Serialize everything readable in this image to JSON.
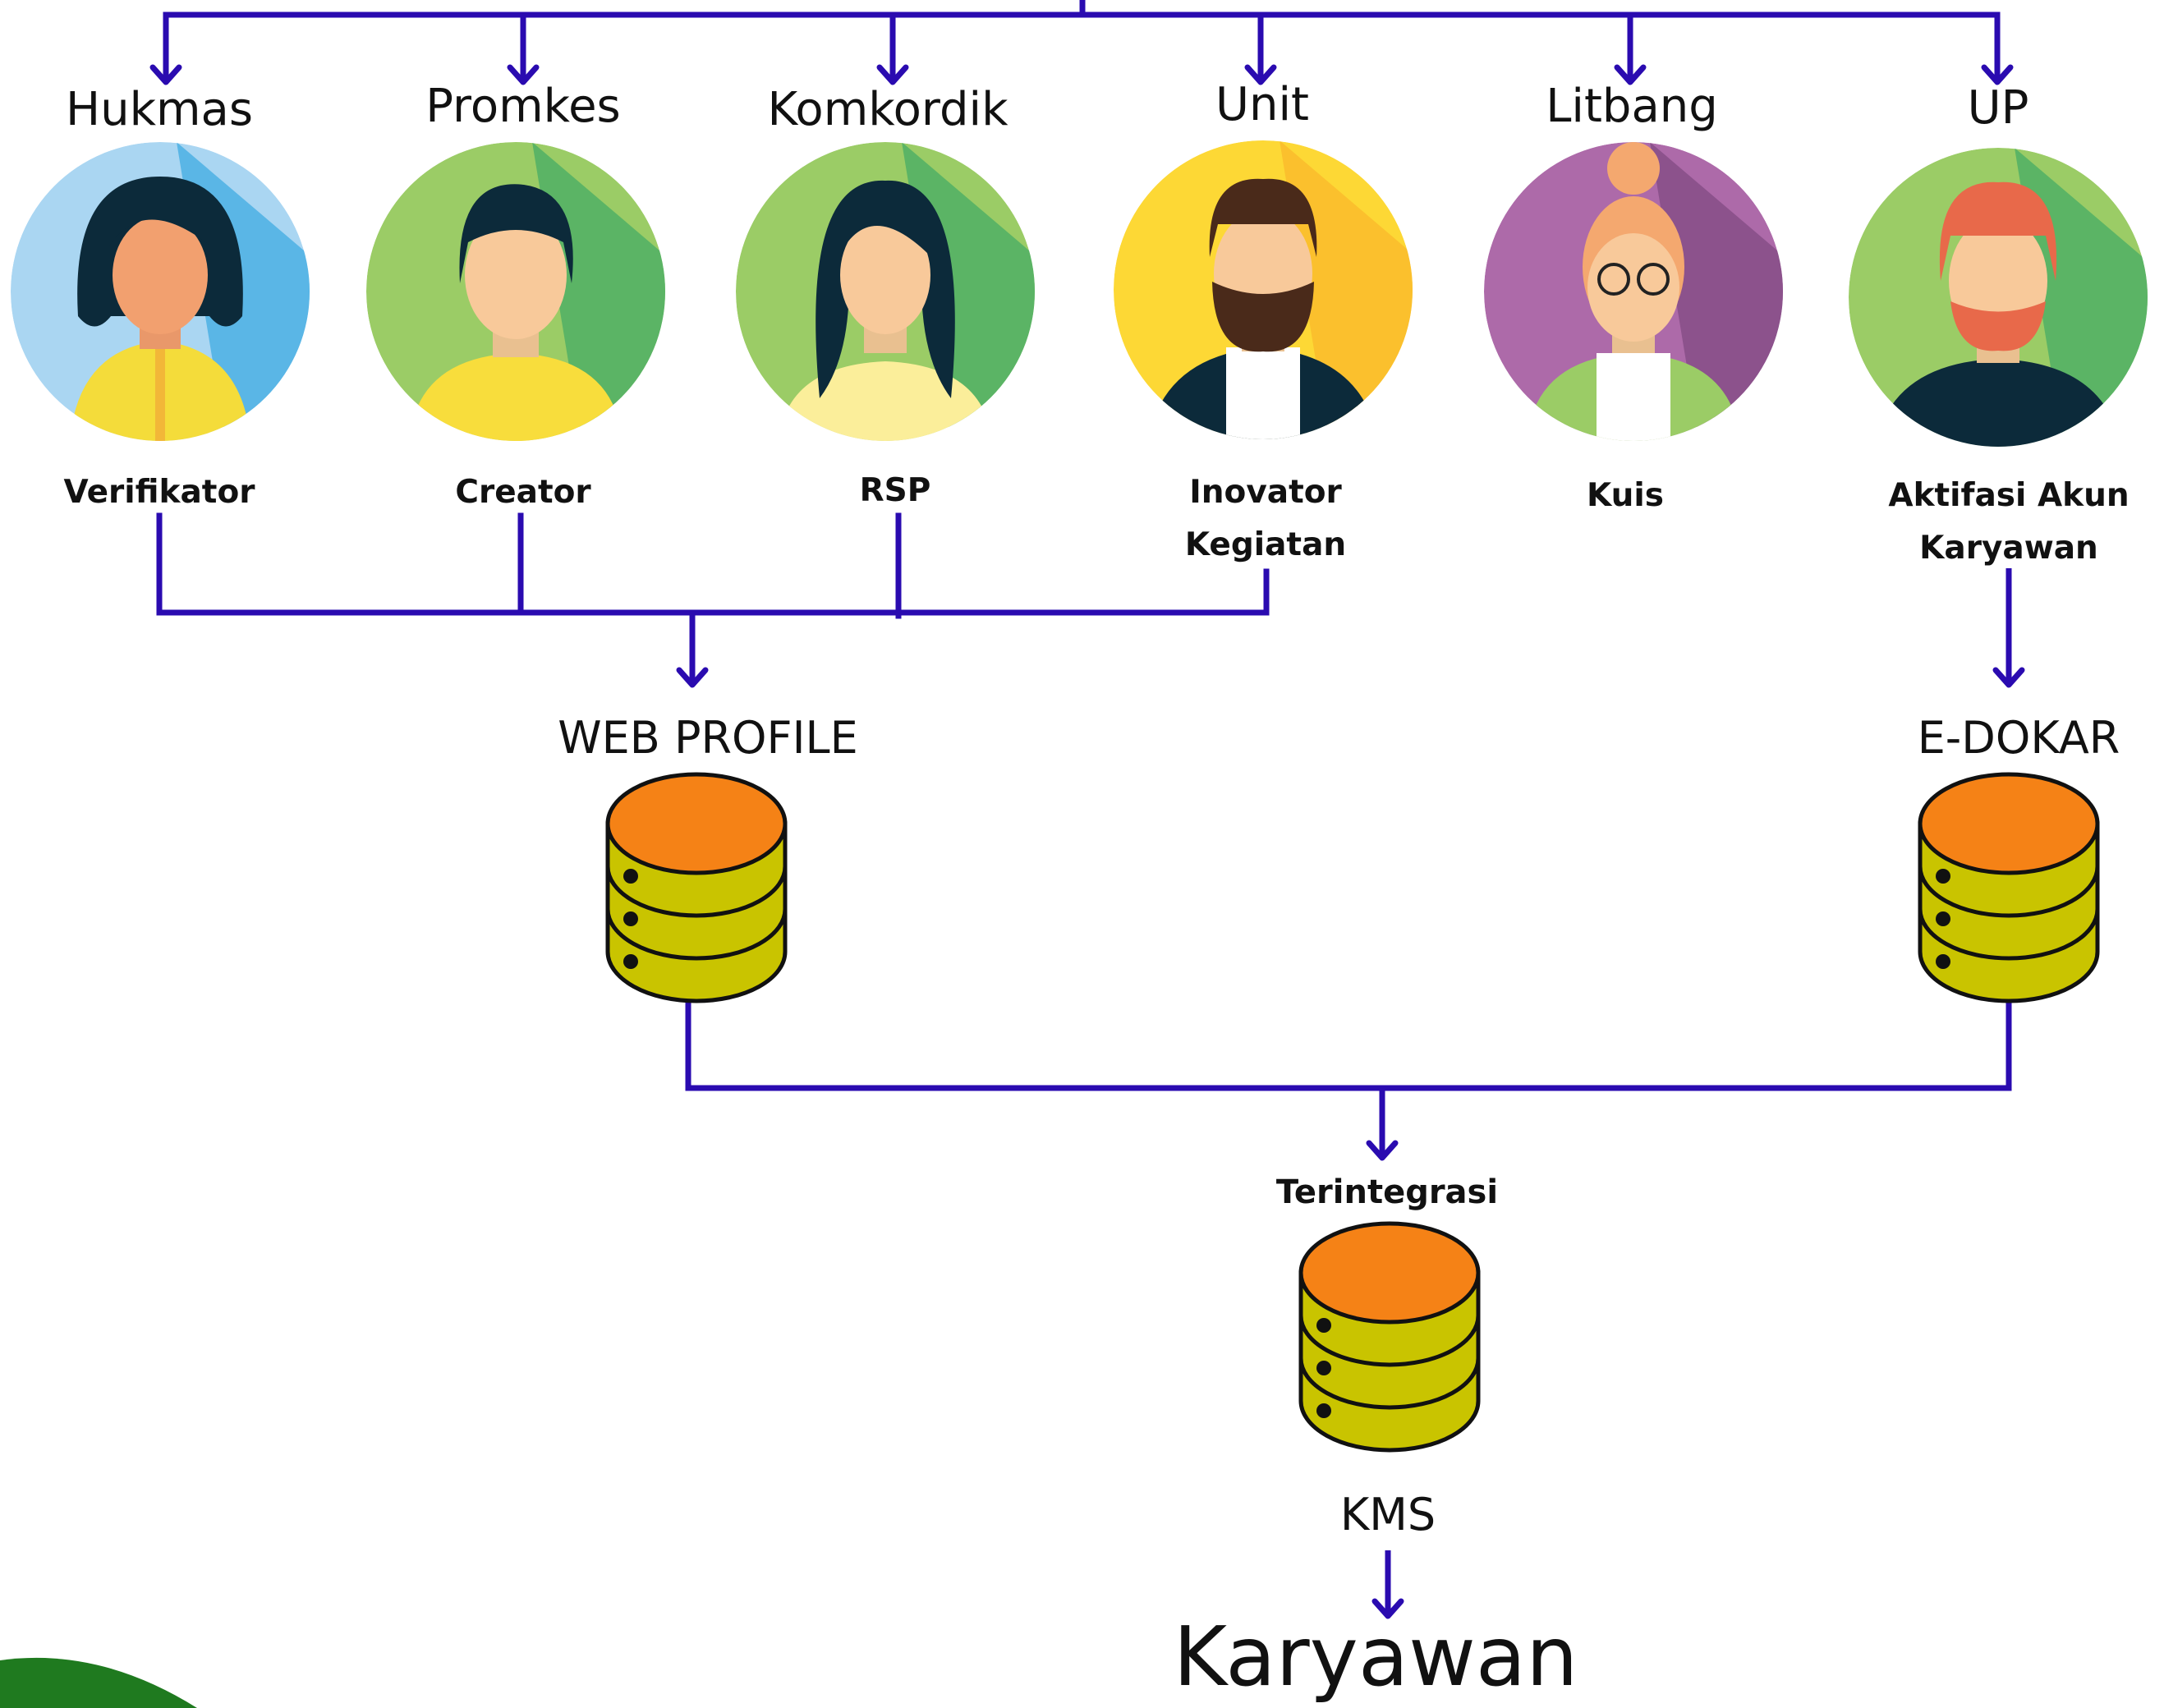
{
  "colors": {
    "connector": "#2a0bb0",
    "db_top": "#f58216",
    "db_body": "#c9c400",
    "db_outline": "#111111",
    "corner_green": "#1f7a1f"
  },
  "departments": [
    {
      "name": "Hukmas",
      "role_lines": [
        "Verifikator"
      ],
      "avatar": "woman-short-hair-icon"
    },
    {
      "name": "Promkes",
      "role_lines": [
        "Creator"
      ],
      "avatar": "man-short-hair-icon"
    },
    {
      "name": "Komkordik",
      "role_lines": [
        "RSP"
      ],
      "avatar": "woman-long-hair-icon"
    },
    {
      "name": "Unit",
      "role_lines": [
        "Inovator",
        "Kegiatan"
      ],
      "avatar": "bearded-man-icon"
    },
    {
      "name": "Litbang",
      "role_lines": [
        "Kuis"
      ],
      "avatar": "woman-glasses-bun-icon"
    },
    {
      "name": "UP",
      "role_lines": [
        "Aktifasi Akun",
        "Karyawan"
      ],
      "avatar": "red-haired-man-icon"
    }
  ],
  "systems": {
    "web_profile": "WEB PROFILE",
    "e_dokar": "E-DOKAR",
    "integrated": "Terintegrasi",
    "kms": "KMS",
    "final": "Karyawan"
  }
}
